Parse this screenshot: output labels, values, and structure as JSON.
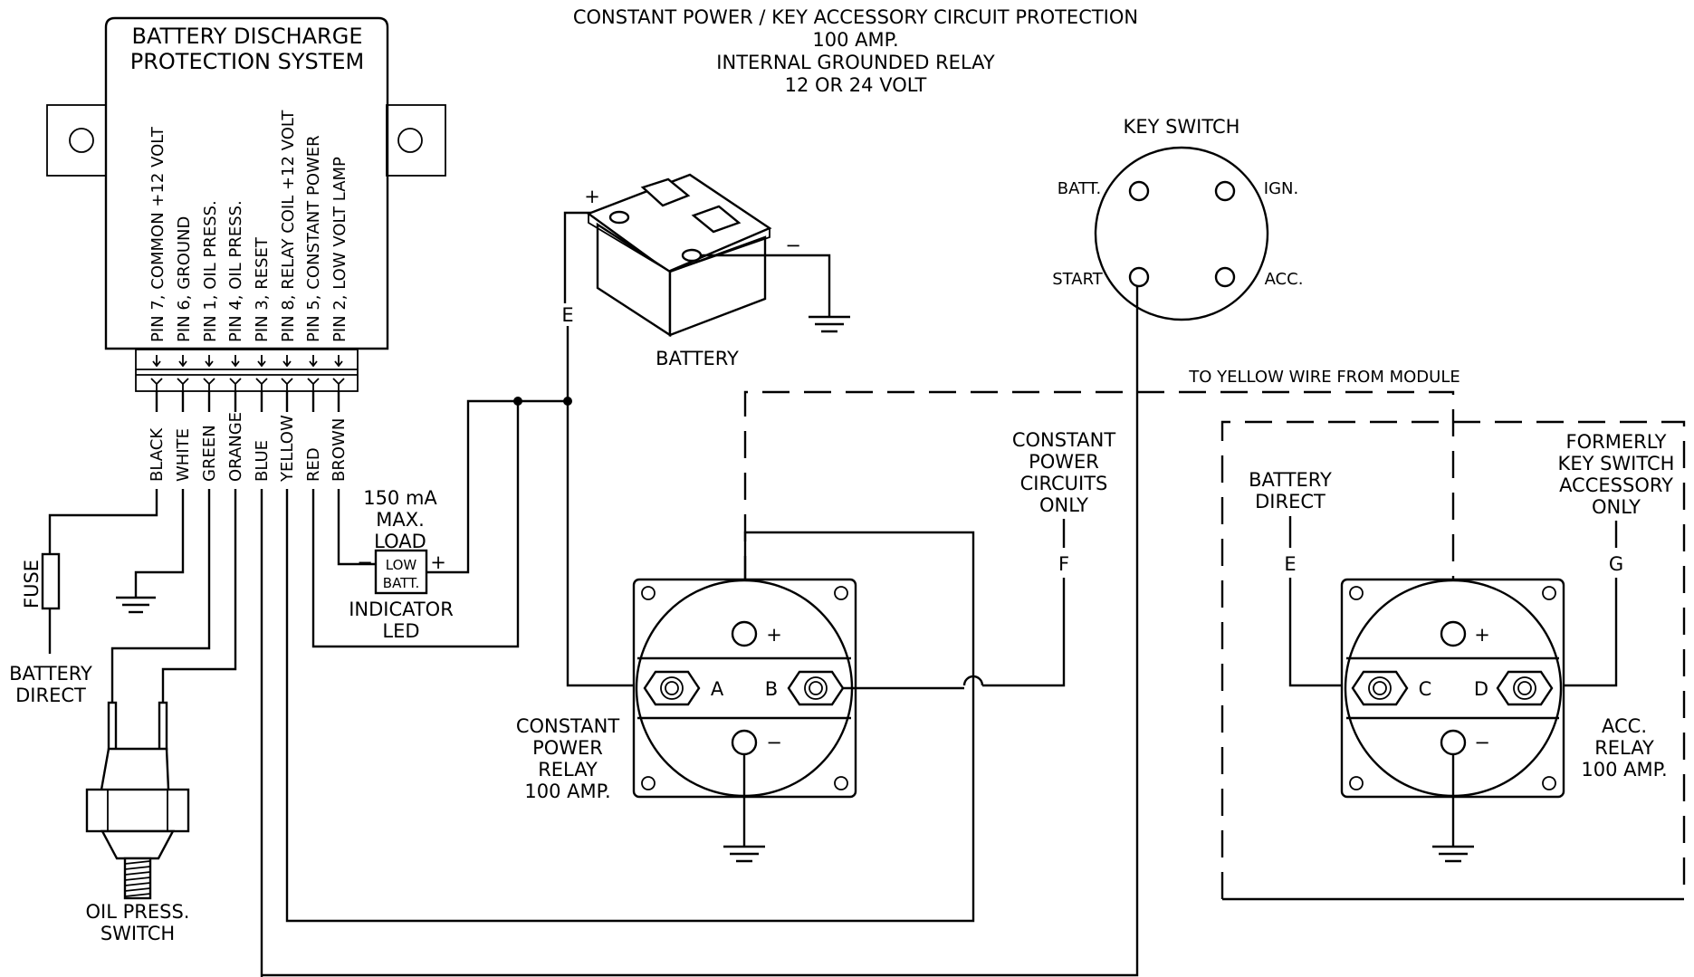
{
  "title": {
    "line1": "CONSTANT POWER / KEY ACCESSORY CIRCUIT PROTECTION",
    "line2": "100 AMP.",
    "line3": "INTERNAL GROUNDED RELAY",
    "line4": "12 OR 24 VOLT"
  },
  "module": {
    "title1": "BATTERY DISCHARGE",
    "title2": "PROTECTION SYSTEM",
    "pins": [
      "PIN 7, COMMON +12 VOLT",
      "PIN 6, GROUND",
      "PIN 1, OIL PRESS.",
      "PIN 4, OIL PRESS.",
      "PIN 3, RESET",
      "PIN 8, RELAY COIL +12 VOLT",
      "PIN 5, CONSTANT POWER",
      "PIN 2, LOW VOLT LAMP"
    ],
    "wires": [
      "BLACK",
      "WHITE",
      "GREEN",
      "ORANGE",
      "BLUE",
      "YELLOW",
      "RED",
      "BROWN"
    ]
  },
  "fuse": {
    "label": "FUSE",
    "battery_direct": [
      "BATTERY",
      "DIRECT"
    ]
  },
  "oil_switch": [
    "OIL PRESS.",
    "SWITCH"
  ],
  "led": {
    "load": [
      "150 mA",
      "MAX.",
      "LOAD"
    ],
    "minus": "−",
    "plus": "+",
    "box": [
      "LOW",
      "BATT."
    ],
    "caption": [
      "INDICATOR",
      "LED"
    ]
  },
  "battery": {
    "label": "BATTERY",
    "plus": "+",
    "minus": "−",
    "lead": "E"
  },
  "key_switch": {
    "label": "KEY SWITCH",
    "batt": "BATT.",
    "ign": "IGN.",
    "start": "START",
    "acc": "ACC."
  },
  "yellow_note": "TO YELLOW WIRE FROM MODULE",
  "constant_circuits": {
    "lines": [
      "CONSTANT",
      "POWER",
      "CIRCUITS",
      "ONLY"
    ],
    "lead": "F"
  },
  "relay1": {
    "plus": "+",
    "minus": "−",
    "term_a": "A",
    "term_b": "B",
    "caption": [
      "CONSTANT",
      "POWER",
      "RELAY",
      "100 AMP."
    ]
  },
  "battery_direct2": {
    "lines": [
      "BATTERY",
      "DIRECT"
    ],
    "lead": "E"
  },
  "formerly": {
    "lines": [
      "FORMERLY",
      "KEY SWITCH",
      "ACCESSORY",
      "ONLY"
    ],
    "lead": "G"
  },
  "relay2": {
    "plus": "+",
    "minus": "−",
    "term_c": "C",
    "term_d": "D",
    "caption": [
      "ACC.",
      "RELAY",
      "100 AMP."
    ]
  }
}
